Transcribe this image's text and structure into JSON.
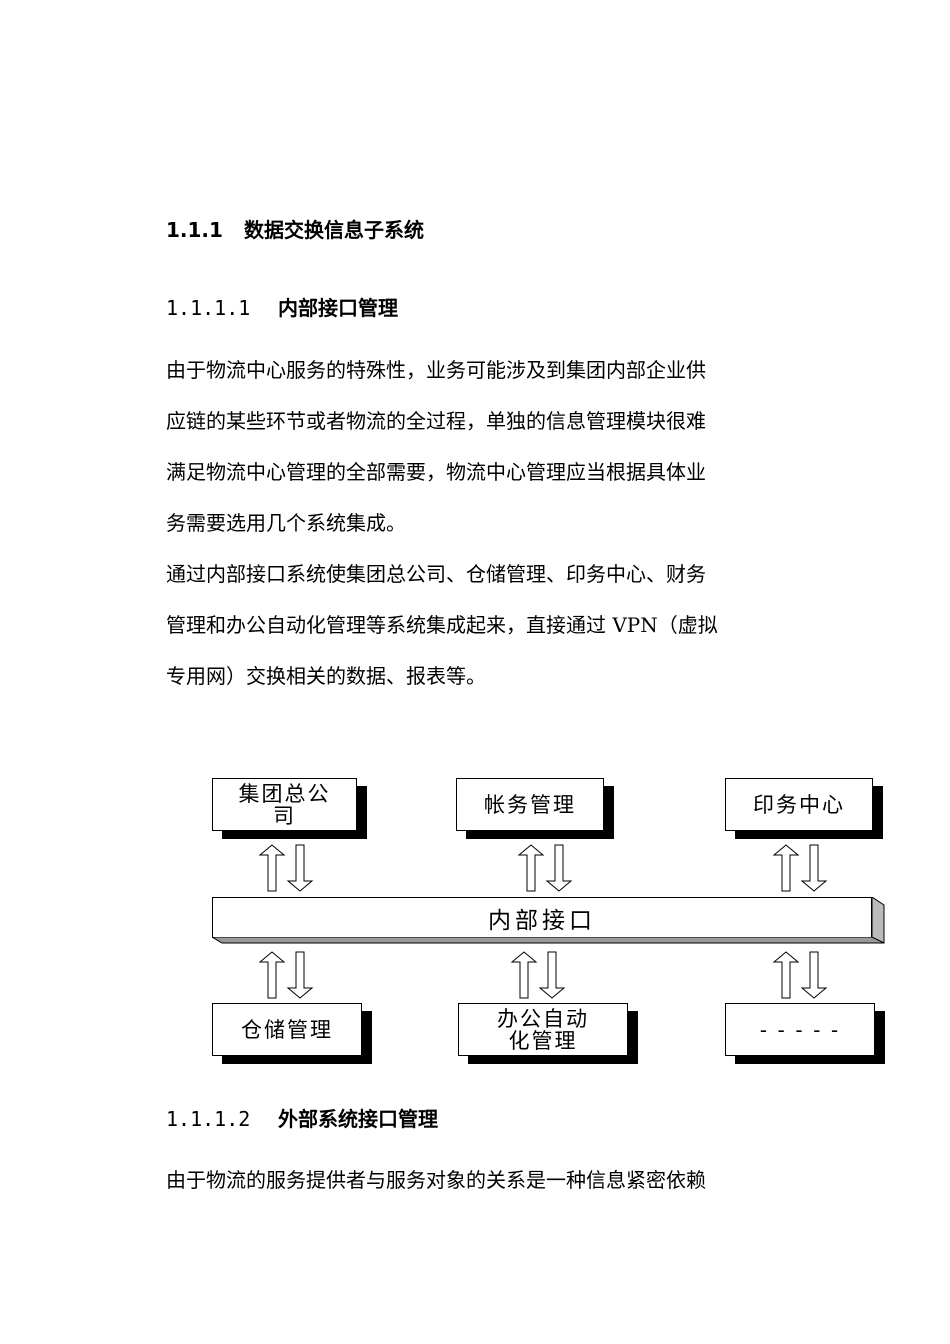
{
  "section": {
    "number": "1.1.1",
    "title": "数据交换信息子系统"
  },
  "sub1": {
    "number": "1.1.1.1",
    "title": "内部接口管理",
    "paragraphs": [
      [
        "由于物流中心服务的特殊性，业务可能涉及到集团内部企业供",
        "应链的某些环节或者物流的全过程，单独的信息管理模块很难",
        "满足物流中心管理的全部需要，物流中心管理应当根据具体业",
        "务需要选用几个系统集成。"
      ],
      [
        "通过内部接口系统使集团总公司、仓储管理、印务中心、财务",
        "管理和办公自动化管理等系统集成起来，直接通过 VPN（虚拟",
        "专用网）交换相关的数据、报表等。"
      ]
    ]
  },
  "diagram": {
    "center": "内部接口",
    "top": [
      {
        "line1": "集团总公",
        "line2": "司"
      },
      {
        "line1": "帐务管理",
        "line2": ""
      },
      {
        "line1": "印务中心",
        "line2": ""
      }
    ],
    "bottom": [
      {
        "line1": "仓储管理",
        "line2": ""
      },
      {
        "line1": "办公自动",
        "line2": "化管理"
      },
      {
        "line1": "- - - - -",
        "line2": ""
      }
    ]
  },
  "sub2": {
    "number": "1.1.1.2",
    "title": "外部系统接口管理",
    "line1": "由于物流的服务提供者与服务对象的关系是一种信息紧密依赖"
  }
}
